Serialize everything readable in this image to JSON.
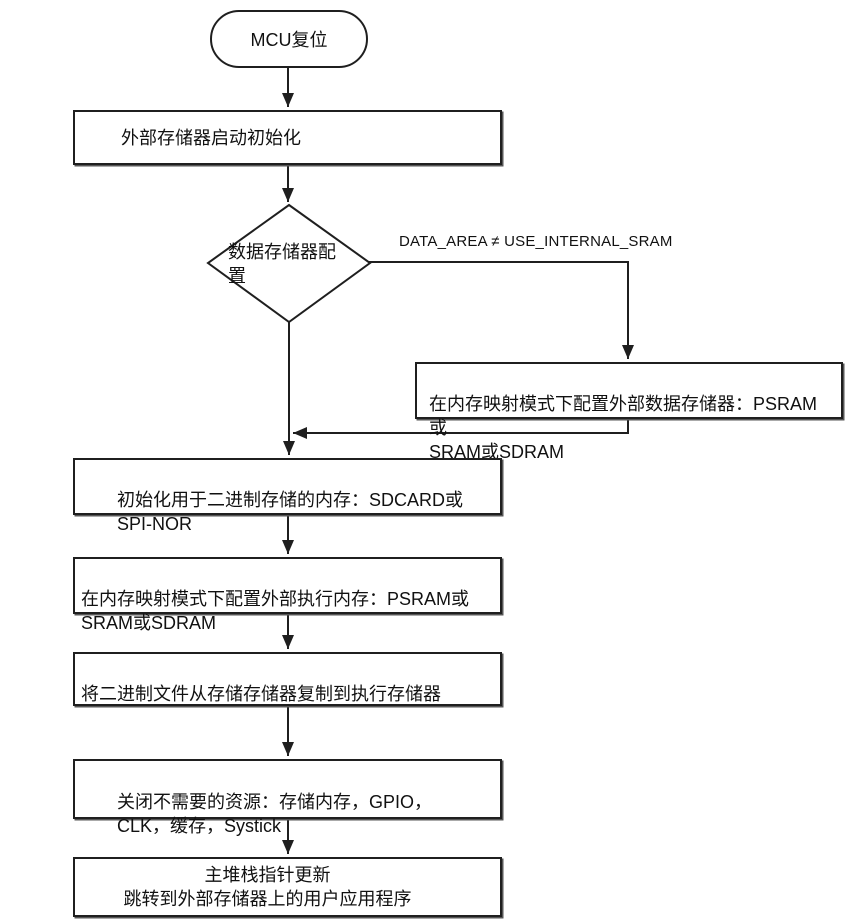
{
  "flowchart": {
    "nodes": {
      "start": "MCU复位",
      "init_boot": "外部存储器启动初始化",
      "decision": "数据存储器配置",
      "config_data_memory": "在内存映射模式下配置外部数据存储器：PSRAM或\nSRAM或SDRAM",
      "init_binary_storage": "初始化用于二进制存储的内存：SDCARD或\nSPI-NOR",
      "config_exec_memory": "在内存映射模式下配置外部执行内存：PSRAM或\nSRAM或SDRAM",
      "copy_binary": "将二进制文件从存储存储器复制到执行存储器",
      "close_resources": "关闭不需要的资源：存储内存，GPIO，\nCLK，缓存，Systick",
      "jump_to_app": "主堆栈指针更新\n跳转到外部存储器上的用户应用程序"
    },
    "edges": {
      "decision_branch_condition": "DATA_AREA ≠ USE_INTERNAL_SRAM"
    },
    "colors": {
      "line": "#1f1f1f",
      "text": "#111111",
      "background": "#ffffff"
    }
  }
}
